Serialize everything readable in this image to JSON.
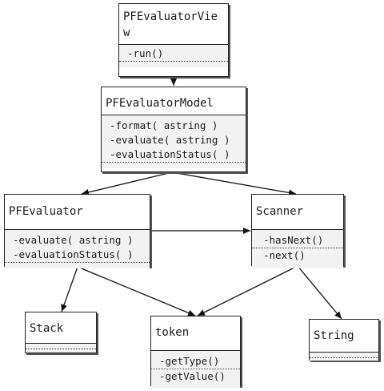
{
  "classes": {
    "view": {
      "name": "PFEvaluatorView",
      "ops": [
        "-run()"
      ]
    },
    "model": {
      "name": "PFEvaluatorModel",
      "ops": [
        "-format( astring )",
        "-evaluate( astring )",
        "-evaluationStatus( )"
      ]
    },
    "evaluator": {
      "name": "PFEvaluator",
      "ops": [
        "-evaluate( astring )",
        "-evaluationStatus( )"
      ]
    },
    "scanner": {
      "name": "Scanner",
      "ops": [
        "-hasNext()",
        "-next()"
      ]
    },
    "stack": {
      "name": "Stack",
      "ops": []
    },
    "token": {
      "name": "token",
      "ops": [
        "-getType()",
        "-getValue()"
      ]
    },
    "string": {
      "name": "String",
      "ops": []
    }
  },
  "relations": [
    {
      "from": "PFEvaluatorView",
      "to": "PFEvaluatorModel"
    },
    {
      "from": "PFEvaluatorModel",
      "to": "PFEvaluator"
    },
    {
      "from": "PFEvaluatorModel",
      "to": "Scanner"
    },
    {
      "from": "PFEvaluator",
      "to": "Scanner"
    },
    {
      "from": "PFEvaluator",
      "to": "Stack"
    },
    {
      "from": "PFEvaluator",
      "to": "token"
    },
    {
      "from": "Scanner",
      "to": "token"
    },
    {
      "from": "Scanner",
      "to": "String"
    }
  ]
}
